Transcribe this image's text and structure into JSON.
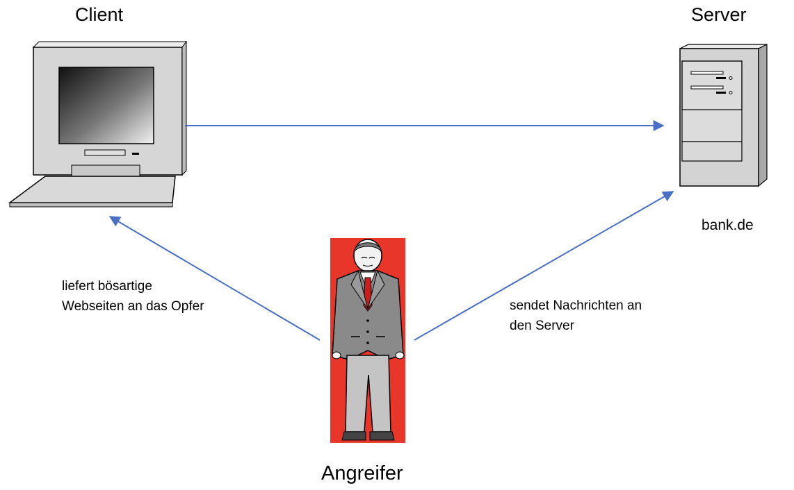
{
  "nodes": {
    "client": {
      "label": "Client",
      "icon": "computer-icon"
    },
    "server": {
      "label": "Server",
      "sublabel": "bank.de",
      "icon": "server-tower-icon"
    },
    "attacker": {
      "label": "Angreifer",
      "icon": "attacker-person-icon"
    }
  },
  "edges": [
    {
      "from": "client",
      "to": "server",
      "label": ""
    },
    {
      "from": "attacker",
      "to": "client",
      "label": "liefert bösartige\nWebseiten an das Opfer"
    },
    {
      "from": "attacker",
      "to": "server",
      "label": "sendet Nachrichten an\nden Server"
    }
  ],
  "colors": {
    "arrow": "#4a6fc4",
    "attacker_background": "#e8362a"
  }
}
